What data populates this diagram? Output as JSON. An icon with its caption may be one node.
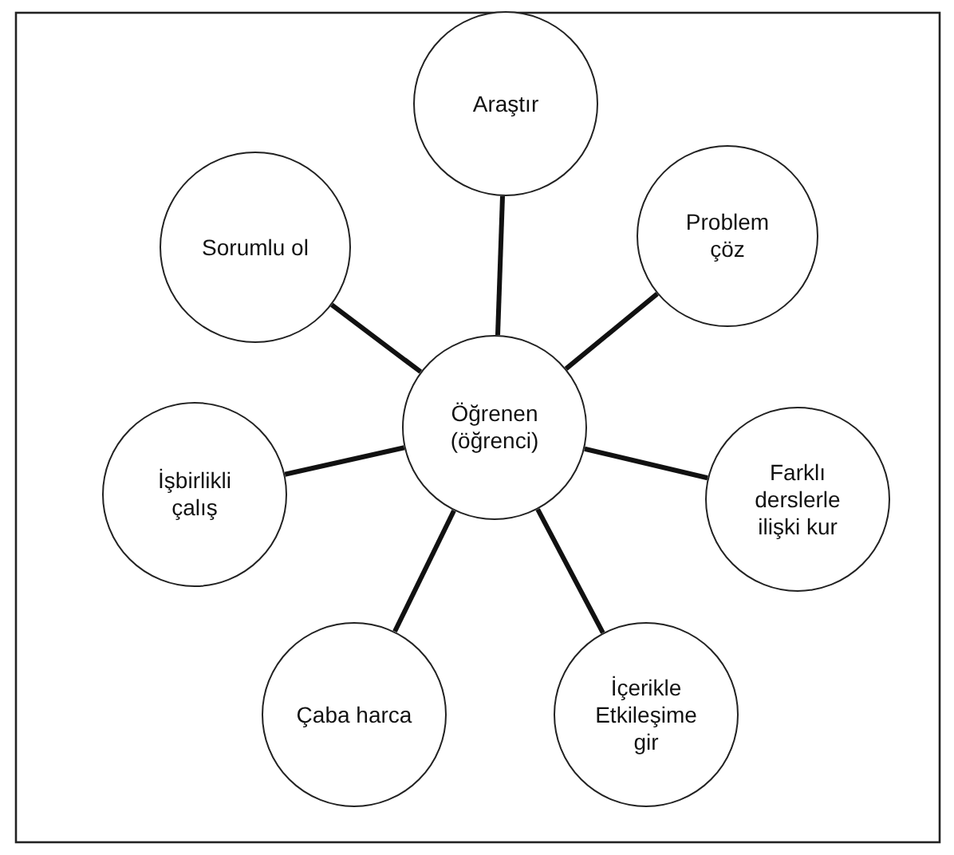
{
  "diagram": {
    "nodes": [
      {
        "text": [
          "Öğrenen (öğrenci)"
        ]
      },
      {
        "text": [
          "Araştır"
        ]
      },
      {
        "text": [
          "Problem çöz"
        ]
      },
      {
        "text": [
          "Farklı derslerle ilişki kur"
        ]
      },
      {
        "text": [
          "İçerikle Etkileşime gir"
        ]
      },
      {
        "text": [
          "Çaba harca"
        ]
      },
      {
        "text": [
          "İşbirlikli çalış"
        ]
      },
      {
        "text": [
          "Sorumlu ol"
        ]
      }
    ],
    "edges": [
      {
        "from": 0,
        "to": 1,
        "arrow": "none"
      },
      {
        "from": 0,
        "to": 2,
        "arrow": "none"
      },
      {
        "from": 0,
        "to": 3,
        "arrow": "none"
      },
      {
        "from": 0,
        "to": 4,
        "arrow": "none"
      },
      {
        "from": 0,
        "to": 5,
        "arrow": "none"
      },
      {
        "from": 0,
        "to": 6,
        "arrow": "none"
      },
      {
        "from": 0,
        "to": 7,
        "arrow": "none"
      }
    ]
  }
}
